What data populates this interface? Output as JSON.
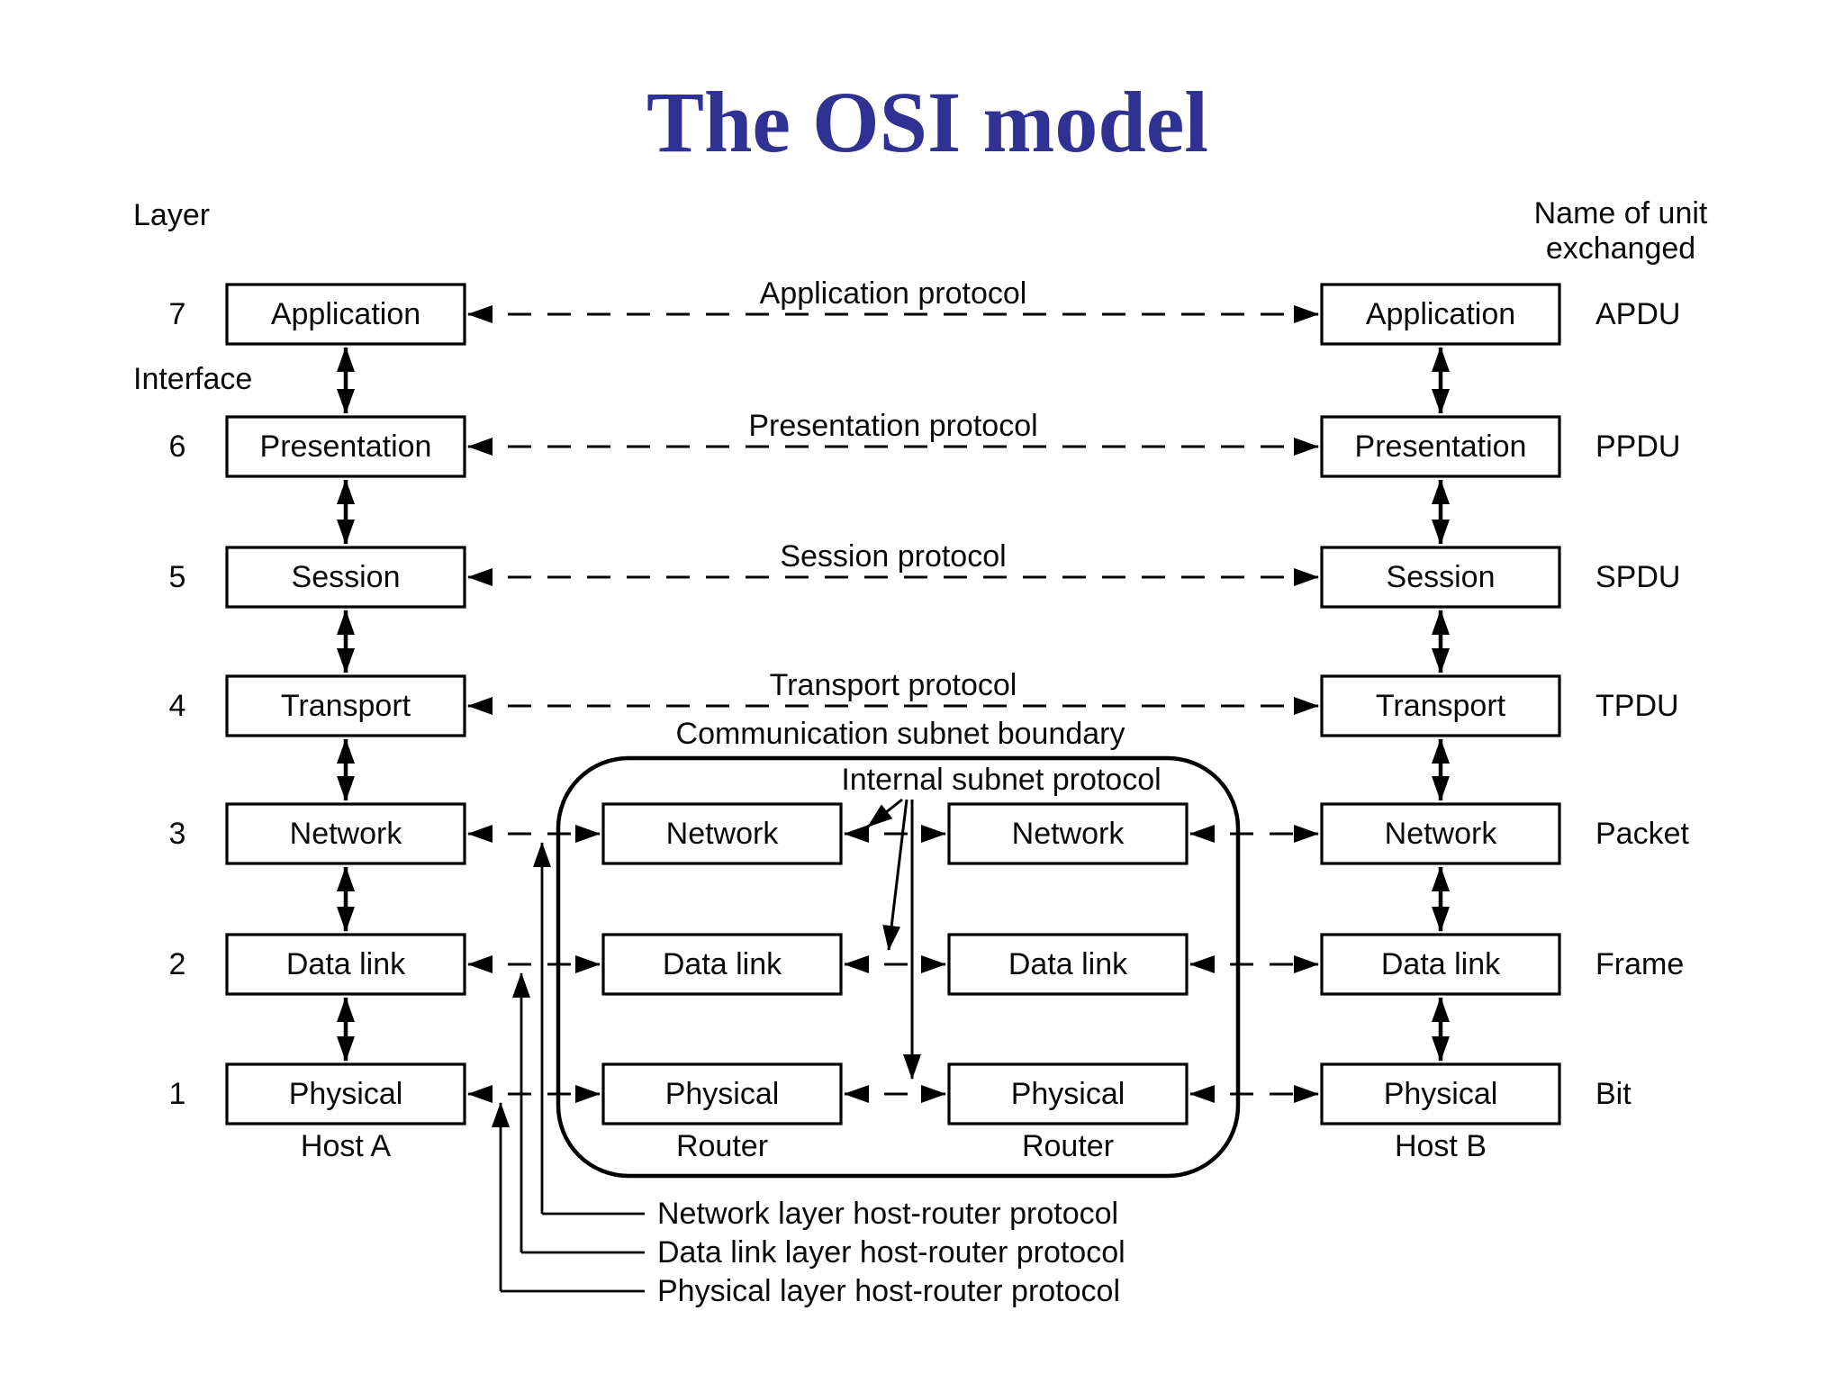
{
  "title": "The OSI model",
  "colors": {
    "title_blue": "#2f3193",
    "ink": "#000000",
    "background": "#ffffff"
  },
  "left_column": {
    "layer_heading": "Layer",
    "interface_label": "Interface"
  },
  "right_column": {
    "unit_heading_line1": "Name of unit",
    "unit_heading_line2": "exchanged"
  },
  "layers": [
    {
      "number": "7",
      "name": "Application",
      "protocol_label": "Application protocol",
      "unit": "APDU"
    },
    {
      "number": "6",
      "name": "Presentation",
      "protocol_label": "Presentation protocol",
      "unit": "PPDU"
    },
    {
      "number": "5",
      "name": "Session",
      "protocol_label": "Session protocol",
      "unit": "SPDU"
    },
    {
      "number": "4",
      "name": "Transport",
      "protocol_label": "Transport protocol",
      "unit": "TPDU"
    },
    {
      "number": "3",
      "name": "Network",
      "unit": "Packet"
    },
    {
      "number": "2",
      "name": "Data link",
      "unit": "Frame"
    },
    {
      "number": "1",
      "name": "Physical",
      "unit": "Bit"
    }
  ],
  "hosts": {
    "host_a_label": "Host A",
    "host_b_label": "Host B"
  },
  "subnet": {
    "boundary_label": "Communication subnet boundary",
    "internal_protocol_label": "Internal subnet protocol",
    "router_1_label": "Router",
    "router_2_label": "Router",
    "router_layers": [
      "Network",
      "Data link",
      "Physical"
    ]
  },
  "annotations": {
    "network": "Network layer host-router protocol",
    "data_link": "Data link layer host-router protocol",
    "physical": "Physical layer host-router protocol"
  }
}
